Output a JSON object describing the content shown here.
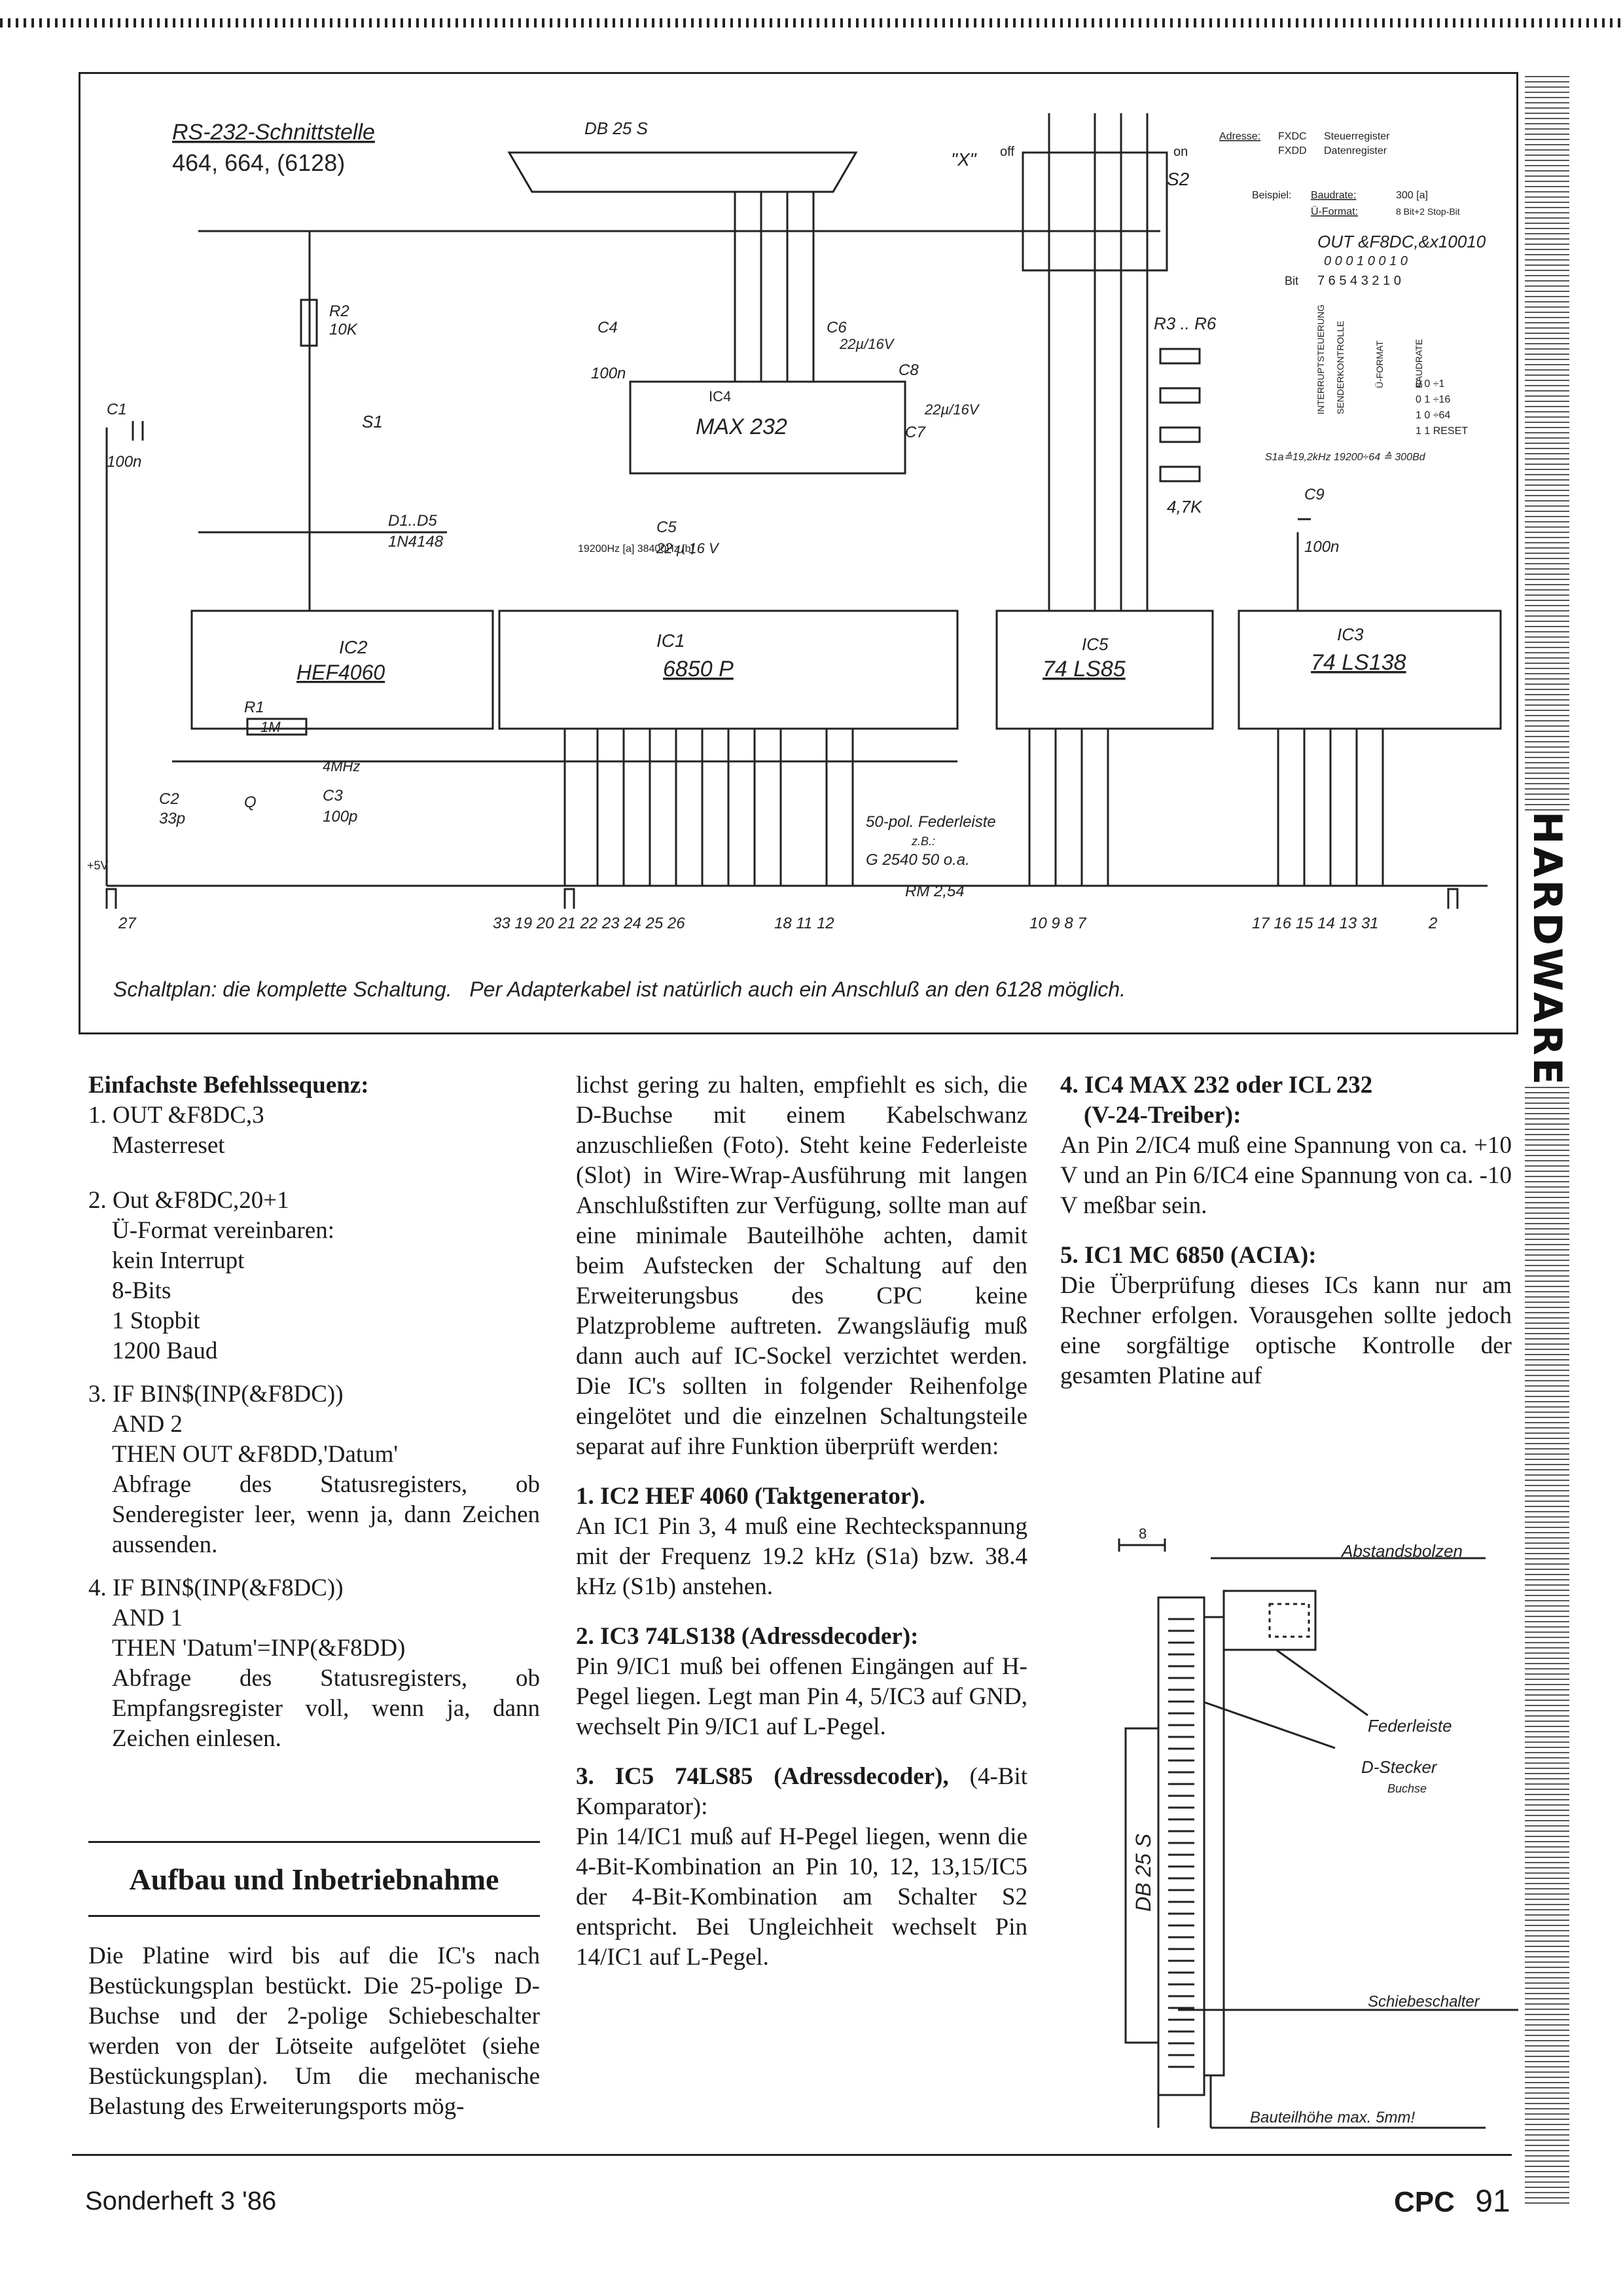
{
  "schematic": {
    "title": "RS-232-Schnittstelle",
    "subtitle": "464, 664, (6128)",
    "db25_label": "DB 25 S",
    "labels": {
      "r2": "R2",
      "r2_val": "10K",
      "c1": "C1",
      "c1_val": "100n",
      "c4": "C4",
      "c4_val": "100n",
      "c5": "C5",
      "c5_val": "22 µ 16 V",
      "c6": "C6",
      "c6_val": "22µ/16V",
      "c7": "C7",
      "c8": "C8",
      "c8_val": "22µ/16V",
      "c9": "C9",
      "c9_val": "100n",
      "s1": "S1",
      "s2": "S2",
      "r3r6": "R3 .. R6",
      "r3r6_val": "4,7K",
      "d1d5": "D1..D5",
      "d_type": "1N4148",
      "ic4": "IC4",
      "max232": "MAX 232",
      "ic2": "IC2",
      "hef4060": "HEF4060",
      "ic1": "IC1",
      "mc6850": "6850 P",
      "ic5": "IC5",
      "ls85": "74 LS85",
      "ic3": "IC3",
      "ls138": "74 LS138",
      "r1": "R1",
      "r1_val": "1M",
      "c2": "C2",
      "c2_val": "33p",
      "q": "Q",
      "c3": "C3",
      "c3_val": "100p",
      "mhz": "4MHz",
      "freq": "19200Hz [a] 38400Hz [b]",
      "x": "\"X\"",
      "off": "off",
      "on": "on",
      "federleiste": "50-pol. Federleiste",
      "zb": "z.B.:",
      "g2540": "G 2540 50 o.a.",
      "rm": "RM 2,54",
      "plus5v": "+5V",
      "pin_left": "27",
      "pins_mid": "33  19 20 21 22 23 24 25 26",
      "pins_mid2": "18 11 12",
      "pins_addr": "10 9 8 7",
      "pins_right": "17 16 15 14 13 31",
      "pin_gnd": "2"
    },
    "register_box": {
      "adresse": "Adresse:",
      "addr1": "FXDC",
      "addr1_desc": "Steuerregister",
      "addr2": "FXDD",
      "addr2_desc": "Datenregister",
      "beispiel": "Beispiel:",
      "baudrate": "Baudrate:",
      "baud_val": "300 [a]",
      "uformat": "Ü-Format:",
      "uformat_val": "8 Bit+2 Stop-Bit",
      "cmd": "OUT &F8DC,&x10010",
      "bits_row": "0 0 0 1 0 0 1 0",
      "bit_label": "Bit",
      "bit_nums": "7 6 5 4 3 2 1 0",
      "vert1": "INTERRUPTSTEUERUNG",
      "vert2": "SENDERKONTROLLE",
      "vert3": "Ü-FORMAT",
      "vert4": "BAUDRATE",
      "div_rows": [
        "0 0  ÷1",
        "0 1  ÷16",
        "1 0  ÷64",
        "1 1  RESET"
      ],
      "formula": "S1a≙19,2kHz  19200÷64 ≙ 300Bd"
    },
    "caption_a": "Schaltplan: die komplette Schaltung.",
    "caption_b": "Per Adapterkabel ist natürlich auch ein Anschluß an den 6128 möglich."
  },
  "side_label": "HARDWARE",
  "col1": {
    "heading": "Einfachste Befehlssequenz:",
    "s1": "1. OUT &F8DC,3",
    "s1a": "Masterreset",
    "s2": "2. Out &F8DC,20+1",
    "s2a": "Ü-Format vereinbaren:",
    "s2b": "kein Interrupt",
    "s2c": "8-Bits",
    "s2d": "1 Stopbit",
    "s2e": "1200 Baud",
    "s3": "3. IF BIN$(INP(&F8DC))",
    "s3a": "AND 2",
    "s3b": "THEN OUT &F8DD,'Datum'",
    "s3c": "Abfrage des Statusregisters, ob Senderegister leer, wenn ja, dann Zeichen aussenden.",
    "s4": "4. IF BIN$(INP(&F8DC))",
    "s4a": "AND 1",
    "s4b": "THEN 'Datum'=INP(&F8DD)",
    "s4c": "Abfrage des Statusregisters, ob Empfangsregister voll, wenn ja, dann Zeichen einlesen.",
    "section": "Aufbau und Inbetriebnahme",
    "body": "Die Platine wird bis auf die IC's nach Bestückungsplan bestückt. Die 25-polige D-Buchse und der 2-polige Schiebeschalter werden von der Lötseite aufgelötet (siehe Bestückungsplan). Um die mechanische Belastung des Erweiterungsports mög-"
  },
  "col2": {
    "p1": "lichst gering zu halten, empfiehlt es sich, die D-Buchse mit einem Kabelschwanz anzuschließen (Foto). Steht keine Federleiste (Slot) in Wire-Wrap-Ausführung mit langen Anschlußstiften zur Verfügung, sollte man auf eine minimale Bauteilhöhe achten, damit beim Aufstecken der Schaltung auf den Erweiterungsbus des CPC keine Platzprobleme auftreten. Zwangsläufig muß dann auch auf IC-Sockel verzichtet werden. Die IC's sollten in folgender Reihenfolge eingelötet und die einzelnen Schaltungsteile separat auf ihre Funktion überprüft werden:",
    "h1": "1. IC2 HEF 4060 (Taktgenerator).",
    "t1": "An IC1 Pin 3, 4 muß eine Rechteckspannung mit der Frequenz 19.2 kHz (S1a) bzw. 38.4 kHz (S1b) anstehen.",
    "h2": "2. IC3 74LS138 (Adressdecoder):",
    "t2": "Pin 9/IC1 muß bei offenen Eingängen auf H-Pegel liegen. Legt man Pin 4, 5/IC3 auf GND, wechselt Pin 9/IC1 auf L-Pegel.",
    "h3": "3. IC5 74LS85 (Adressdecoder),",
    "h3b": "(4-Bit Komparator):",
    "t3": "Pin 14/IC1 muß auf H-Pegel liegen, wenn die 4-Bit-Kombination an Pin 10, 12, 13,15/IC5 der 4-Bit-Kombination am Schalter S2 entspricht. Bei Ungleichheit wechselt Pin 14/IC1 auf L-Pegel."
  },
  "col3": {
    "h4": "4. IC4 MAX 232 oder ICL 232",
    "h4b": "(V-24-Treiber):",
    "t4": "An Pin 2/IC4 muß eine Spannung von ca. +10 V und an Pin 6/IC4 eine Spannung von ca. -10 V meßbar sein.",
    "h5": "5. IC1 MC 6850 (ACIA):",
    "t5": "Die Überprüfung dieses ICs kann nur am Rechner erfolgen. Vorausgehen sollte jedoch eine sorgfältige optische Kontrolle der gesamten Platine auf"
  },
  "mech_drawing": {
    "dim": "8",
    "abstandsbolzen": "Abstandsbolzen",
    "federleiste": "Federleiste",
    "dstecker": "D-Stecker",
    "buchse": "Buchse",
    "db25s": "DB 25 S",
    "schiebeschalter": "Schiebeschalter",
    "bauteilhoehe": "Bauteilhöhe max. 5mm!"
  },
  "footer": {
    "issue": "Sonderheft  3 '86",
    "brand": "CPC",
    "page": "91"
  }
}
